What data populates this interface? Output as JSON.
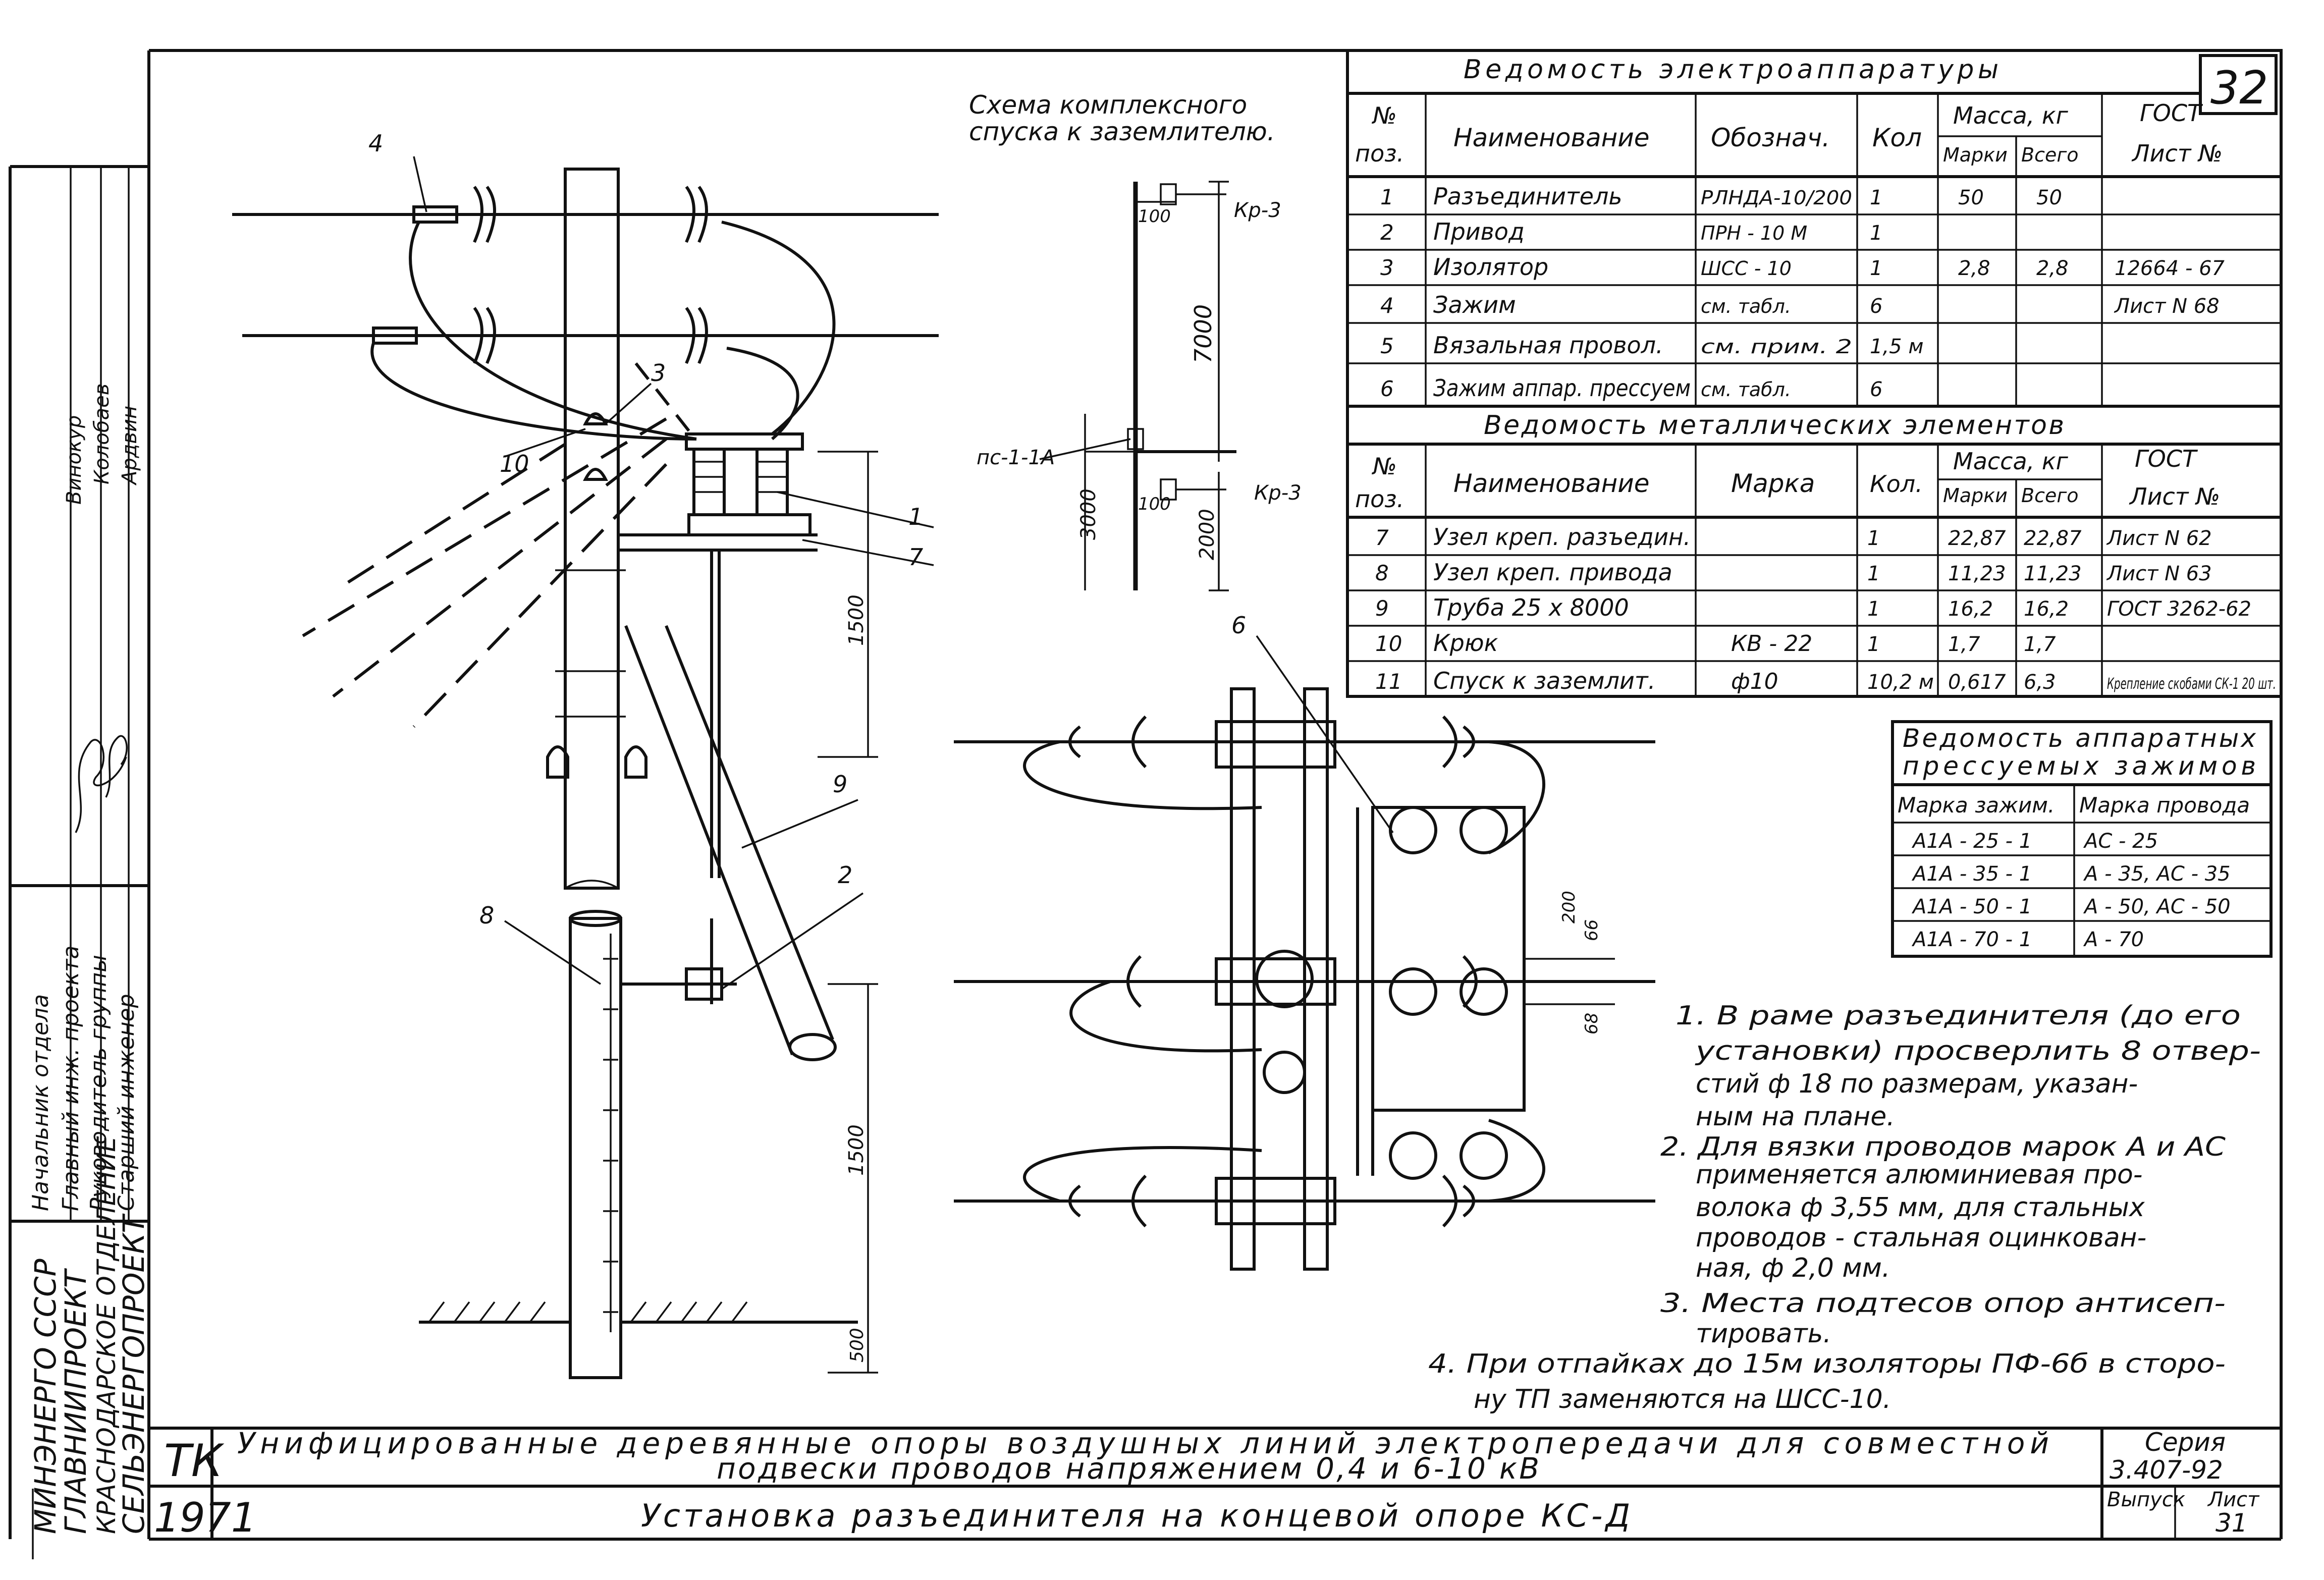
{
  "page_number": "32",
  "side_stamp": {
    "org_lines": [
      "МИНЭНЕРГО СССР",
      "ГЛАВНИИПРОЕКТ",
      "КРАСНОДАРСКОЕ ОТДЕЛЕНИЕ",
      "СЕЛЬЭНЕРГОПРОЕКТ"
    ],
    "roles": [
      "Начальник отдела",
      "Главный инж. проекта",
      "Руководитель группы",
      "Старший инженер"
    ],
    "names": [
      "Винокур",
      "Колобаев",
      "Ардвин"
    ]
  },
  "tk_label": "ТК",
  "year": "1971",
  "scheme": {
    "title_line1": "Схема комплексного",
    "title_line2": "спуска к заземлителю.",
    "labels": {
      "kr3_top": "Кр-3",
      "kr3_bottom": "Кр-3",
      "ps": "пс-1-1А",
      "d100a": "100",
      "d100b": "100",
      "d7000": "7000",
      "d3000": "3000",
      "d2000": "2000"
    }
  },
  "elevation": {
    "callouts": [
      "4",
      "10",
      "3",
      "1",
      "7",
      "9",
      "2",
      "8"
    ],
    "dims": {
      "d1500a": "1500",
      "d1500b": "1500",
      "d500": "500"
    }
  },
  "plan": {
    "callout": "6",
    "dims": {
      "d200": "200",
      "d66": "66",
      "d68": "68"
    }
  },
  "table_electro": {
    "title": "Ведомость электроаппаратуры",
    "headers": {
      "pos_top": "№",
      "pos_bottom": "поз.",
      "name": "Наименование",
      "code": "Обознач.",
      "qty": "Кол",
      "mass": "Масса, кг",
      "mass_unit": "Марки",
      "mass_total": "Всего",
      "gost_top": "ГОСТ",
      "gost_bottom": "Лист №"
    },
    "rows": [
      {
        "pos": "1",
        "name": "Разъединитель",
        "code": "РЛНДА-10/200",
        "qty": "1",
        "m1": "50",
        "m2": "50",
        "gost": ""
      },
      {
        "pos": "2",
        "name": "Привод",
        "code": "ПРН - 10 М",
        "qty": "1",
        "m1": "",
        "m2": "",
        "gost": ""
      },
      {
        "pos": "3",
        "name": "Изолятор",
        "code": "ШСС - 10",
        "qty": "1",
        "m1": "2,8",
        "m2": "2,8",
        "gost": "12664 - 67"
      },
      {
        "pos": "4",
        "name": "Зажим",
        "code": "см. табл.",
        "qty": "6",
        "m1": "",
        "m2": "",
        "gost": "Лист N 68"
      },
      {
        "pos": "5",
        "name": "Вязальная провол.",
        "code": "см. прим. 2",
        "qty": "1,5 м",
        "m1": "",
        "m2": "",
        "gost": ""
      },
      {
        "pos": "6",
        "name": "Зажим аппар. прессуем",
        "code": "см. табл.",
        "qty": "6",
        "m1": "",
        "m2": "",
        "gost": ""
      }
    ]
  },
  "table_metal": {
    "title": "Ведомость металлических элементов",
    "headers": {
      "pos_top": "№",
      "pos_bottom": "поз.",
      "name": "Наименование",
      "mark": "Марка",
      "qty": "Кол.",
      "mass": "Масса, кг",
      "mass_unit": "Марки",
      "mass_total": "Всего",
      "gost_top": "ГОСТ",
      "gost_bottom": "Лист №"
    },
    "rows": [
      {
        "pos": "7",
        "name": "Узел креп. разъедин.",
        "mark": "",
        "qty": "1",
        "m1": "22,87",
        "m2": "22,87",
        "gost": "Лист N 62"
      },
      {
        "pos": "8",
        "name": "Узел креп. привода",
        "mark": "",
        "qty": "1",
        "m1": "11,23",
        "m2": "11,23",
        "gost": "Лист N 63"
      },
      {
        "pos": "9",
        "name": "Труба 25 х 8000",
        "mark": "",
        "qty": "1",
        "m1": "16,2",
        "m2": "16,2",
        "gost": "ГОСТ 3262-62"
      },
      {
        "pos": "10",
        "name": "Крюк",
        "mark": "КВ - 22",
        "qty": "1",
        "m1": "1,7",
        "m2": "1,7",
        "gost": ""
      },
      {
        "pos": "11",
        "name": "Спуск к заземлит.",
        "mark": "ф10",
        "qty": "10,2 м",
        "m1": "0,617",
        "m2": "6,3",
        "gost": "Крепление скобами СК-1 20 шт."
      }
    ]
  },
  "table_clamps": {
    "title_line1": "Ведомость аппаратных",
    "title_line2": "прессуемых зажимов",
    "headers": {
      "clamp": "Марка зажим.",
      "wire": "Марка провода"
    },
    "rows": [
      {
        "clamp": "А1А - 25 - 1",
        "wire": "АС - 25"
      },
      {
        "clamp": "А1А - 35 - 1",
        "wire": "А - 35, АС - 35"
      },
      {
        "clamp": "А1А - 50 - 1",
        "wire": "А - 50, АС - 50"
      },
      {
        "clamp": "А1А - 70 - 1",
        "wire": "А - 70"
      }
    ]
  },
  "notes": [
    "1. В раме разъединителя (до его",
    "установки) просверлить 8 отвер-",
    "стий ф 18 по размерам, указан-",
    "ным на плане.",
    "2. Для вязки проводов марок А и АС",
    "применяется алюминиевая про-",
    "волока ф 3,55 мм, для стальных",
    "проводов - стальная оцинкован-",
    "ная, ф 2,0 мм.",
    "3. Места подтесов опор антисеп-",
    "тировать.",
    "4. При отпайках до 15м изоляторы ПФ-6б в сторо-",
    "ну ТП заменяются на ШСС-10."
  ],
  "title_block": {
    "line1": "Унифицированные деревянные опоры воздушных линий электропередачи для совместной",
    "line2": "подвески проводов напряжением 0,4 и 6-10 кВ",
    "line3": "Установка разъединителя на концевой опоре КС-Д",
    "series_label": "Серия",
    "series_value": "3.407-92",
    "issue_label": "Выпуск",
    "sheet_label": "Лист",
    "sheet_value": "31"
  }
}
